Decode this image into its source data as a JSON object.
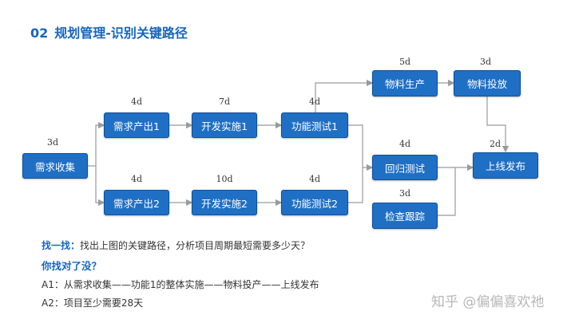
{
  "header": {
    "number": "02",
    "title": "规划管理-识别关键路径"
  },
  "nodes": {
    "requirement_collect": {
      "label": "需求收集",
      "duration": "3d"
    },
    "req_output_1": {
      "label": "需求产出1",
      "duration": "4d"
    },
    "req_output_2": {
      "label": "需求产出2",
      "duration": "4d"
    },
    "dev_impl_1": {
      "label": "开发实施1",
      "duration": "7d"
    },
    "dev_impl_2": {
      "label": "开发实施2",
      "duration": "10d"
    },
    "func_test_1": {
      "label": "功能测试1",
      "duration": "4d"
    },
    "func_test_2": {
      "label": "功能测试2",
      "duration": "4d"
    },
    "material_produce": {
      "label": "物料生产",
      "duration": "5d"
    },
    "material_launch": {
      "label": "物料投放",
      "duration": "3d"
    },
    "regression_test": {
      "label": "回归测试",
      "duration": "4d"
    },
    "check_track": {
      "label": "检查跟踪",
      "duration": "3d"
    },
    "release": {
      "label": "上线发布",
      "duration": "2d"
    }
  },
  "quiz": {
    "label": "找一找：",
    "question": "找出上图的关键路径，分析项目周期最短需要多少天？",
    "answer_title": "你找对了没？",
    "a1": "A1：从需求收集——功能1的整体实施——物料投产——上线发布",
    "a2": "A2：项目至少需要28天"
  },
  "watermark": "知乎 @偏偏喜欢祂"
}
